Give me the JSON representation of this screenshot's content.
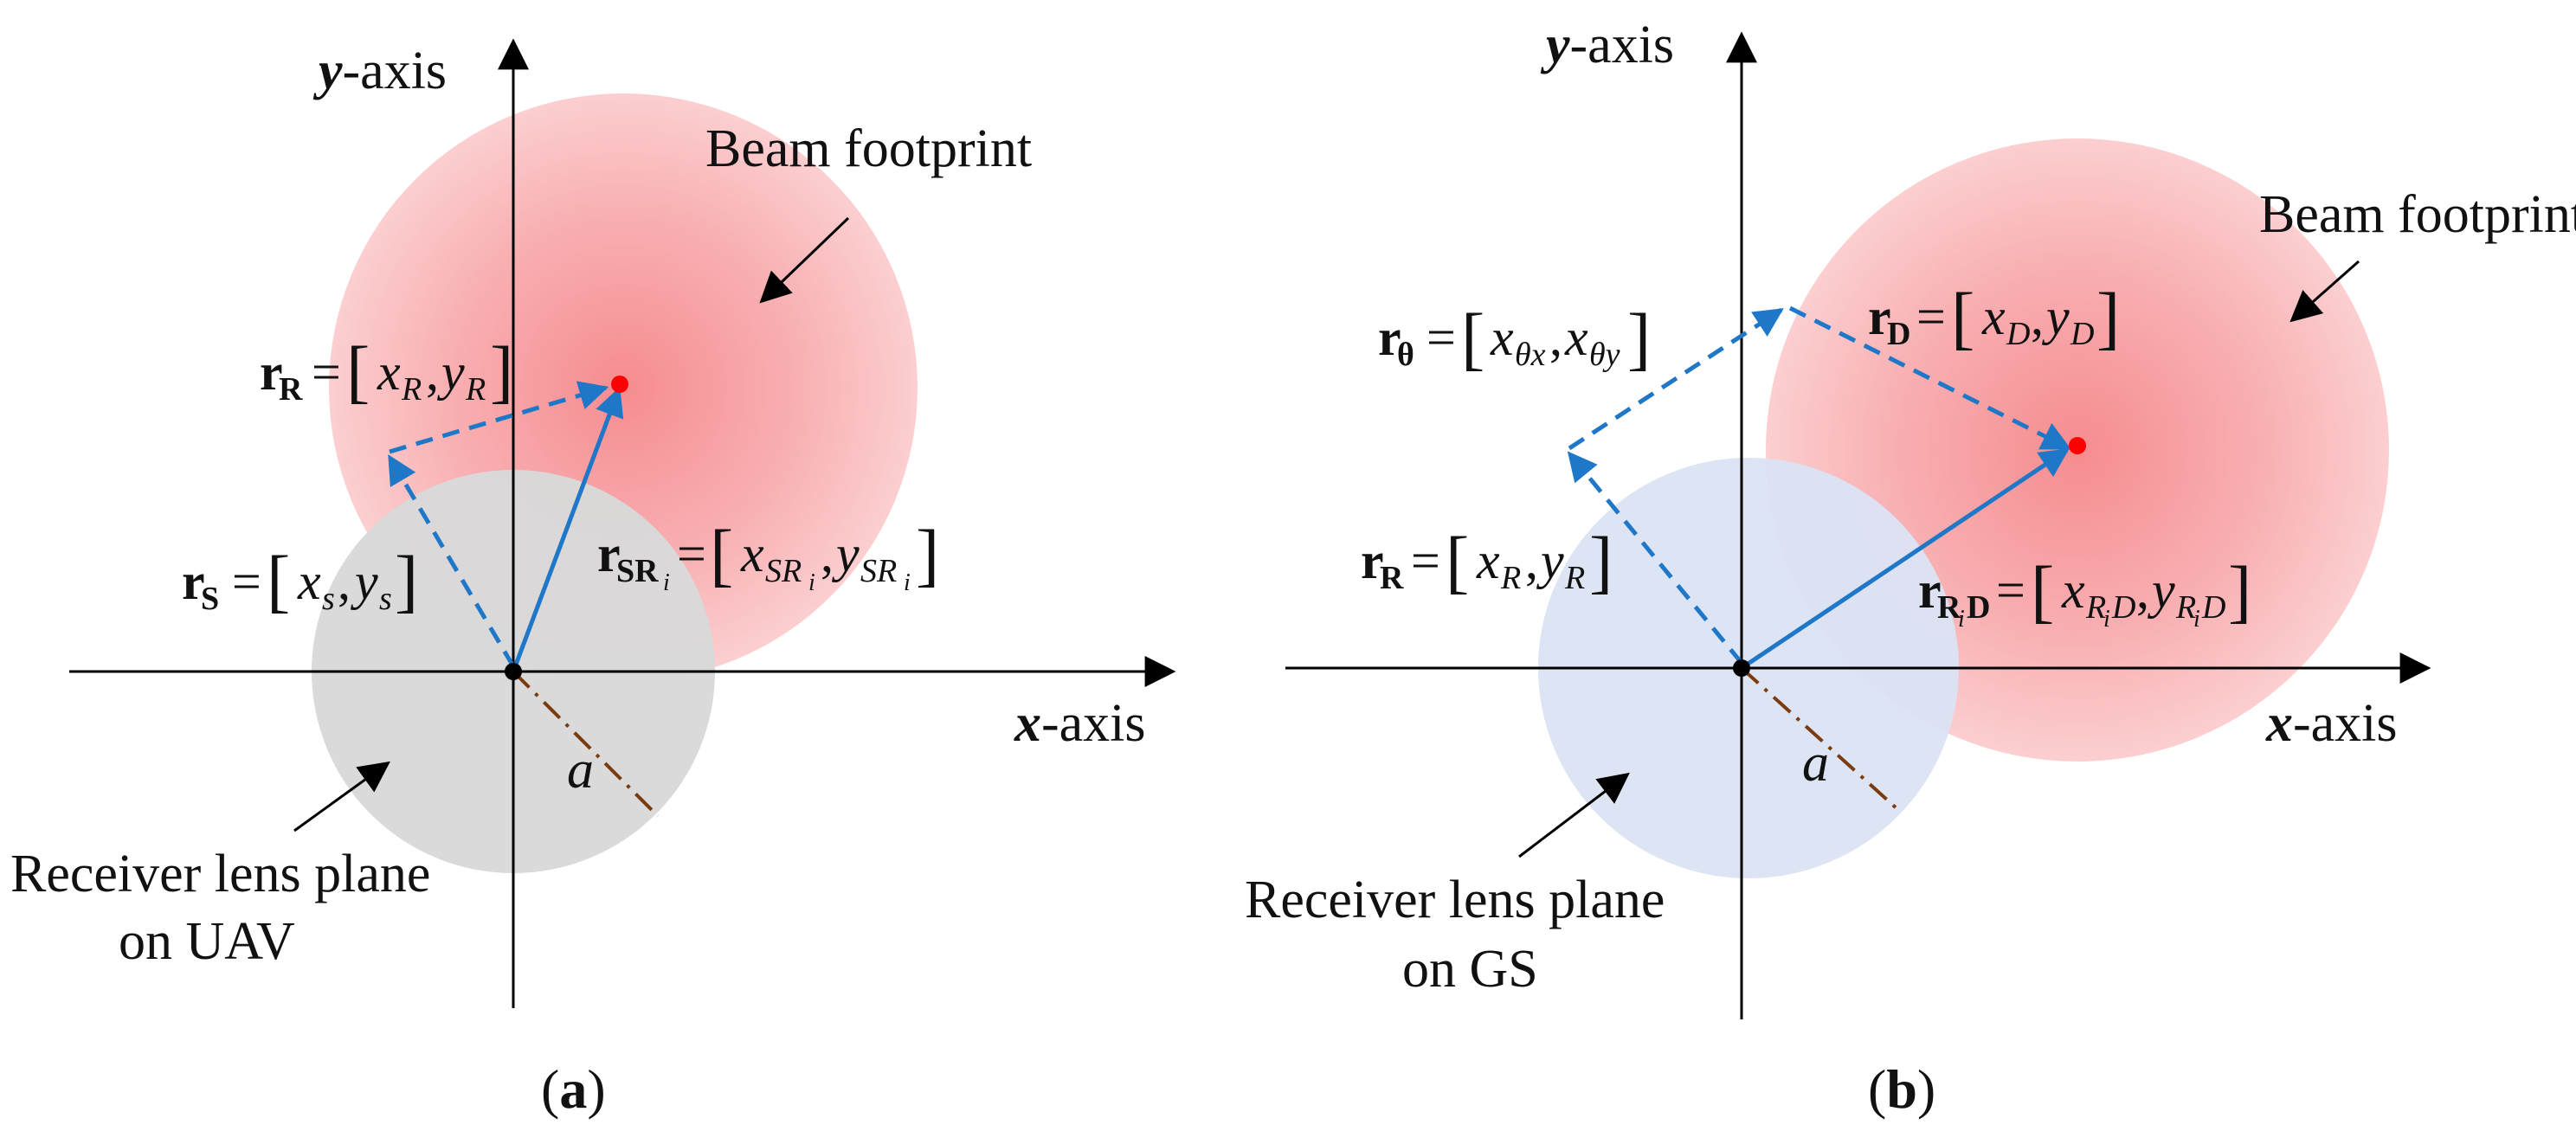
{
  "colors": {
    "beam": "#f4787c",
    "lens_a": "#d9d9d9",
    "lens_b": "#dce3f4",
    "vector": "#1f77c8",
    "radius": "#7a3b10",
    "point": "#ff0000"
  },
  "panel_a": {
    "y_axis": {
      "var": "y",
      "text": "-axis"
    },
    "x_axis": {
      "var": "x",
      "text": "-axis"
    },
    "beam_label": "Beam footprint",
    "lens_label_line1": "Receiver lens plane",
    "lens_label_line2": "on UAV",
    "radius_label": "a",
    "caption": {
      "open": "(",
      "letter": "a",
      "close": ")"
    },
    "vec_R": {
      "sym": "r",
      "sub": "R",
      "x": "x",
      "xs": "R",
      "y": "y",
      "ys": "R"
    },
    "vec_S": {
      "sym": "r",
      "sub": "S",
      "x": "x",
      "xs": "s",
      "y": "y",
      "ys": "s"
    },
    "vec_SR": {
      "sym": "r",
      "sub": "SR",
      "subi": "i",
      "x": "x",
      "xs": "SR",
      "xi": "i",
      "y": "y",
      "ys": "SR",
      "yi": "i"
    }
  },
  "panel_b": {
    "y_axis": {
      "var": "y",
      "text": "-axis"
    },
    "x_axis": {
      "var": "x",
      "text": "-axis"
    },
    "beam_label": "Beam footprint",
    "lens_label_line1": "Receiver lens plane",
    "lens_label_line2": "on GS",
    "radius_label": "a",
    "caption": {
      "open": "(",
      "letter": "b",
      "close": ")"
    },
    "vec_theta": {
      "sym": "r",
      "sub": "θ",
      "x": "x",
      "xs": "θx",
      "y": "x",
      "ys": "θy"
    },
    "vec_D": {
      "sym": "r",
      "sub": "D",
      "x": "x",
      "xs": "D",
      "y": "y",
      "ys": "D"
    },
    "vec_R": {
      "sym": "r",
      "sub": "R",
      "x": "x",
      "xs": "R",
      "y": "y",
      "ys": "R"
    },
    "vec_RD": {
      "sym": "r",
      "sub": "R",
      "subi": "i",
      "subD": "D",
      "x": "x",
      "xs": "R",
      "xi": "i",
      "xD": "D",
      "y": "y",
      "ys": "R",
      "yi": "i",
      "yD": "D"
    }
  }
}
